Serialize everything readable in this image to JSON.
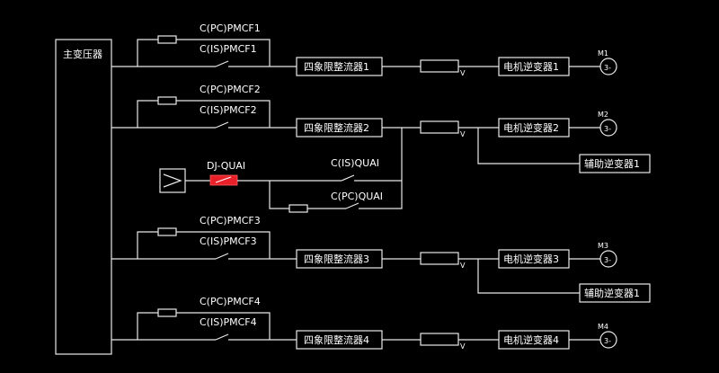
{
  "main_transformer": "主变压器",
  "pc_switch_labels": [
    "C(PC)PMCF1",
    "C(PC)PMCF2",
    "C(PC)PMCF3",
    "C(PC)PMCF4"
  ],
  "is_switch_labels": [
    "C(IS)PMCF1",
    "C(IS)PMCF2",
    "C(IS)PMCF3",
    "C(IS)PMCF4"
  ],
  "rectifiers": [
    "四象限整流器1",
    "四象限整流器2",
    "四象限整流器3",
    "四象限整流器4"
  ],
  "inverters": [
    "电机逆变器1",
    "电机逆变器2",
    "电机逆变器3",
    "电机逆变器4"
  ],
  "aux_inverters": [
    "辅助逆变器1",
    "辅助逆变器1"
  ],
  "motors": [
    "M1",
    "M2",
    "M3",
    "M4"
  ],
  "motor_symbol": "3-",
  "voltage_mark": "V",
  "dj_quai": "DJ-QUAI",
  "cis_quai": "C(IS)QUAI",
  "cpc_quai": "C(PC)QUAI",
  "colors": {
    "background": "#000000",
    "line": "#e8e8e8",
    "dj_switch": "#e8202a"
  }
}
